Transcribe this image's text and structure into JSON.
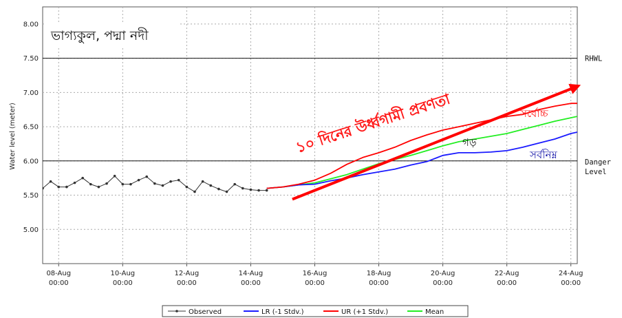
{
  "chart_data": {
    "type": "line",
    "title": "ভাগ্যকুল, পদ্মা নদী",
    "ylabel": "Water level (meter)",
    "xlabel": "",
    "ylim": [
      4.5,
      8.25
    ],
    "yticks": [
      "5.00",
      "5.50",
      "6.00",
      "6.50",
      "7.00",
      "7.50",
      "8.00"
    ],
    "ytick_values": [
      5.0,
      5.5,
      6.0,
      6.5,
      7.0,
      7.5,
      8.0
    ],
    "xlim": [
      7.5,
      24.2
    ],
    "xticks": [
      {
        "value": 8,
        "line1": "08-Aug",
        "line2": "00:00"
      },
      {
        "value": 10,
        "line1": "10-Aug",
        "line2": "00:00"
      },
      {
        "value": 12,
        "line1": "12-Aug",
        "line2": "00:00"
      },
      {
        "value": 14,
        "line1": "14-Aug",
        "line2": "00:00"
      },
      {
        "value": 16,
        "line1": "16-Aug",
        "line2": "00:00"
      },
      {
        "value": 18,
        "line1": "18-Aug",
        "line2": "00:00"
      },
      {
        "value": 20,
        "line1": "20-Aug",
        "line2": "00:00"
      },
      {
        "value": 22,
        "line1": "22-Aug",
        "line2": "00:00"
      },
      {
        "value": 24,
        "line1": "24-Aug",
        "line2": "00:00"
      }
    ],
    "x_unit": "day of August",
    "grid": true,
    "legend_position": "bottom",
    "reference_lines": [
      {
        "name": "RHWL",
        "value": 7.5
      },
      {
        "name": "Danger Level",
        "value": 6.0
      }
    ],
    "series": [
      {
        "name": "Observed",
        "color": "#333333",
        "x": [
          7.5,
          7.75,
          8.0,
          8.25,
          8.5,
          8.75,
          9.0,
          9.25,
          9.5,
          9.75,
          10.0,
          10.25,
          10.5,
          10.75,
          11.0,
          11.25,
          11.5,
          11.75,
          12.0,
          12.25,
          12.5,
          12.75,
          13.0,
          13.25,
          13.5,
          13.75,
          14.0,
          14.25,
          14.5
        ],
        "y": [
          5.6,
          5.7,
          5.62,
          5.62,
          5.68,
          5.75,
          5.66,
          5.62,
          5.67,
          5.78,
          5.66,
          5.66,
          5.72,
          5.77,
          5.67,
          5.64,
          5.7,
          5.72,
          5.62,
          5.55,
          5.7,
          5.64,
          5.59,
          5.55,
          5.66,
          5.6,
          5.58,
          5.57,
          5.57
        ]
      },
      {
        "name": "LR (-1 Stdv.)",
        "color": "#1a1aff",
        "x": [
          14.5,
          15.0,
          15.5,
          16.0,
          16.5,
          17.0,
          17.5,
          18.0,
          18.5,
          19.0,
          19.5,
          20.0,
          20.5,
          21.0,
          21.5,
          22.0,
          22.5,
          23.0,
          23.5,
          24.0,
          24.2
        ],
        "y": [
          5.6,
          5.62,
          5.65,
          5.66,
          5.71,
          5.75,
          5.8,
          5.84,
          5.88,
          5.94,
          5.99,
          6.08,
          6.12,
          6.12,
          6.13,
          6.15,
          6.2,
          6.26,
          6.32,
          6.4,
          6.42
        ]
      },
      {
        "name": "UR (+1 Stdv.)",
        "color": "#ff0000",
        "x": [
          14.5,
          15.0,
          15.5,
          16.0,
          16.5,
          17.0,
          17.5,
          18.0,
          18.5,
          19.0,
          19.5,
          20.0,
          20.5,
          21.0,
          21.5,
          22.0,
          22.5,
          23.0,
          23.5,
          24.0,
          24.2
        ],
        "y": [
          5.6,
          5.62,
          5.66,
          5.72,
          5.82,
          5.95,
          6.05,
          6.12,
          6.2,
          6.3,
          6.38,
          6.45,
          6.5,
          6.55,
          6.6,
          6.65,
          6.68,
          6.75,
          6.8,
          6.84,
          6.84
        ]
      },
      {
        "name": "Mean",
        "color": "#22ee22",
        "x": [
          14.5,
          15.0,
          15.5,
          16.0,
          16.5,
          17.0,
          17.5,
          18.0,
          18.5,
          19.0,
          19.5,
          20.0,
          20.5,
          21.0,
          21.5,
          22.0,
          22.5,
          23.0,
          23.5,
          24.0,
          24.2
        ],
        "y": [
          5.6,
          5.62,
          5.65,
          5.68,
          5.74,
          5.8,
          5.88,
          5.96,
          6.02,
          6.08,
          6.15,
          6.22,
          6.28,
          6.32,
          6.36,
          6.4,
          6.46,
          6.52,
          6.58,
          6.63,
          6.65
        ]
      }
    ],
    "annotations": [
      {
        "text": "১০ দিনের উর্ধ্বগামী প্রবণতা",
        "color": "#ff1a1a"
      },
      {
        "text": "সর্বোচ্চ",
        "color": "#ff1a1a"
      },
      {
        "text": "গড়",
        "color": "#111111"
      },
      {
        "text": "সর্বনিম্ন",
        "color": "#1a1aaa"
      }
    ],
    "trend_arrow": {
      "x0": 15.3,
      "y0": 5.44,
      "x1": 24.15,
      "y1": 7.08,
      "color": "#ff0000"
    }
  }
}
